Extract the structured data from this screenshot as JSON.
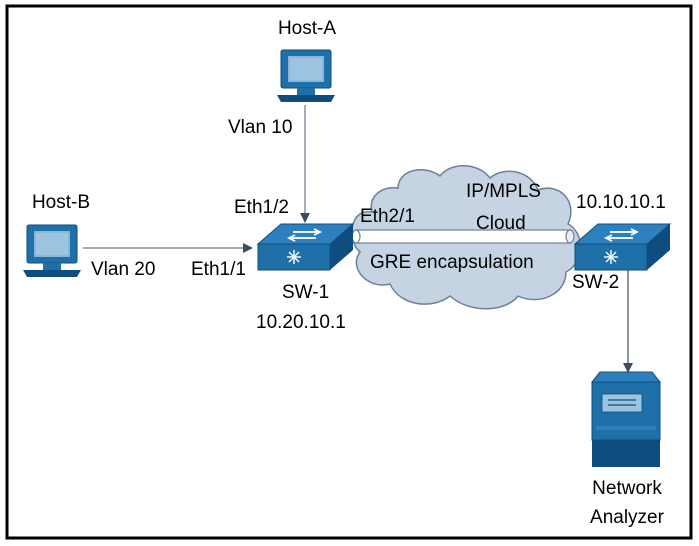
{
  "nodes": {
    "host_a": {
      "label": "Host-A",
      "icon": "pc-icon"
    },
    "host_b": {
      "label": "Host-B",
      "icon": "pc-icon"
    },
    "sw1": {
      "label": "SW-1",
      "ip": "10.20.10.1",
      "icon": "switch-icon"
    },
    "sw2": {
      "label": "SW-2",
      "ip": "10.10.10.1",
      "icon": "switch-icon"
    },
    "analyzer": {
      "label_line1": "Network",
      "label_line2": "Analyzer",
      "icon": "server-icon"
    },
    "cloud": {
      "label_line1": "IP/MPLS",
      "label_line2": "Cloud",
      "icon": "cloud-icon"
    }
  },
  "links": {
    "host_a_vlan": "Vlan 10",
    "host_b_vlan": "Vlan 20",
    "sw1_port_to_host_a": "Eth1/2",
    "sw1_port_to_host_b": "Eth1/1",
    "sw1_port_to_cloud": "Eth2/1",
    "tunnel_label": "GRE encapsulation"
  },
  "colors": {
    "device_blue": "#1f6fa8",
    "device_dark": "#0f4d7e",
    "cloud_fill": "#c6d3e3",
    "cloud_stroke": "#6e7f98",
    "link": "#6c7a8e",
    "frame": "#000000"
  }
}
